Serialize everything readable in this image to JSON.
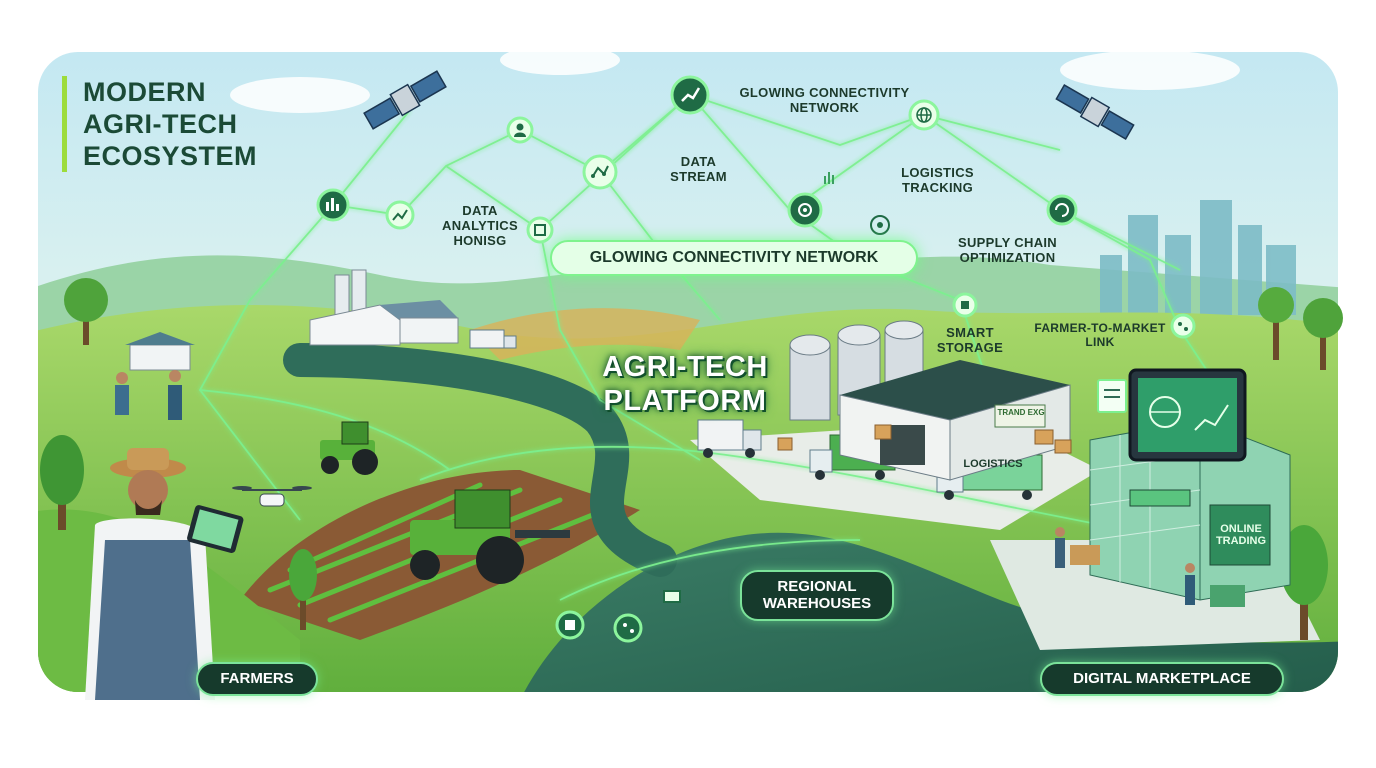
{
  "title": {
    "lines": [
      "MODERN",
      "AGRI-TECH",
      "ECOSYSTEM"
    ]
  },
  "platform": {
    "lines": [
      "AGRI-TECH",
      "PLATFORM"
    ]
  },
  "network_labels": {
    "network_top": [
      "GLOWING CONNECTIVITY",
      "NETWORK"
    ],
    "data_stream": [
      "DATA",
      "STREAM"
    ],
    "data_analytics": [
      "DATA",
      "ANALYTICS",
      "HONISG"
    ],
    "logistics_tracking": [
      "LOGISTICS",
      "TRACKING"
    ],
    "supply_chain": [
      "SUPPLY CHAIN",
      "OPTIMIZATION"
    ],
    "smart_storage": [
      "SMART",
      "STORAGE"
    ],
    "farmer_market": [
      "FARMER-TO-MARKET",
      "LINK"
    ]
  },
  "network_banner": "GLOWING CONNECTIVITY NETWORK",
  "warehouse_signs": {
    "logistics": "LOGISTICS",
    "online_trading": [
      "ONLINE",
      "TRADING"
    ],
    "warehouse_sign": "TRAND EXG"
  },
  "section_labels": {
    "farmers": "FARMERS",
    "warehouses": [
      "REGIONAL",
      "WAREHOUSES"
    ],
    "marketplace": "DIGITAL MARKETPLACE"
  },
  "icons": [
    "satellite-icon",
    "bar-chart-icon",
    "trend-chart-icon",
    "user-icon",
    "network-graph-icon",
    "globe-icon",
    "cube-network-icon",
    "refresh-icon",
    "storage-icon",
    "tractor-icon",
    "drone-icon",
    "truck-icon",
    "silo-icon",
    "monitor-icon"
  ],
  "colors": {
    "glow": "#7cf08f",
    "dark_green": "#163a2c",
    "sky": "#cdeef5",
    "field_green": "#7cc64a",
    "road": "#2f6d5a"
  }
}
